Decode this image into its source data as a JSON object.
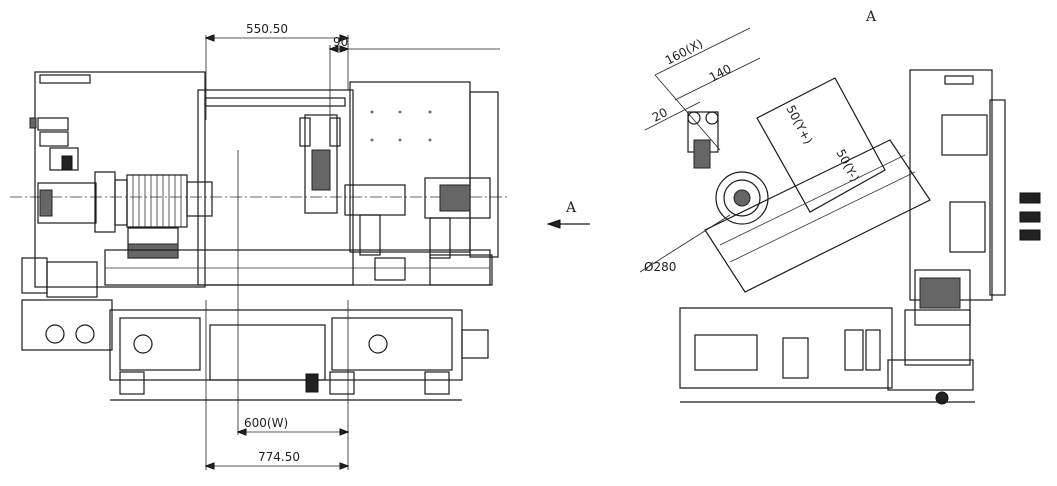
{
  "front_view": {
    "dimensions": {
      "top_width": "550.50",
      "top_offset": "90",
      "bottom_w": "600(W)",
      "bottom_total": "774.50"
    },
    "arrow_label": "A"
  },
  "side_view": {
    "title": "A",
    "dimensions": {
      "stroke_x": "160(X)",
      "stroke_140": "140",
      "offset_20": "20",
      "y_plus": "50(Y+)",
      "y_minus": "50(Y-)",
      "diameter": "Ø280"
    }
  },
  "colors": {
    "line": "#1a1a1a",
    "background": "#ffffff"
  }
}
